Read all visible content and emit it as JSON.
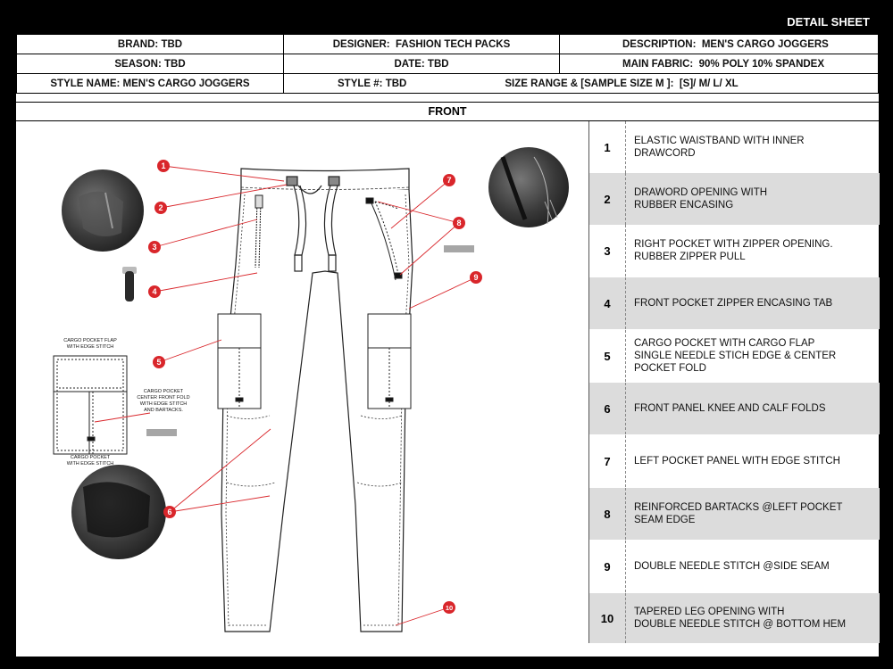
{
  "header": {
    "title": "DETAIL SHEET"
  },
  "info": {
    "brand_label": "BRAND:",
    "brand": "TBD",
    "designer_label": "DESIGNER:",
    "designer": "FASHION TECH PACKS",
    "description_label": "DESCRIPTION:",
    "description": "MEN'S CARGO JOGGERS",
    "season_label": "SEASON:",
    "season": "TBD",
    "date_label": "DATE:",
    "date": "TBD",
    "fabric_label": "MAIN FABRIC:",
    "fabric": "90% POLY 10% SPANDEX",
    "style_name_label": "STYLE NAME:",
    "style_name": "MEN'S CARGO JOGGERS",
    "style_no_label": "STYLE #:",
    "style_no": "TBD",
    "size_label": "SIZE RANGE & [SAMPLE SIZE M ]:",
    "size": "[S]/ M/ L/ XL"
  },
  "section_title": "FRONT",
  "notes": [
    {
      "n": "1",
      "text": "ELASTIC WAISTBAND WITH INNER\nDRAWCORD"
    },
    {
      "n": "2",
      "text": "DRAWORD OPENING WITH\nRUBBER ENCASING"
    },
    {
      "n": "3",
      "text": "RIGHT POCKET WITH ZIPPER OPENING.\nRUBBER ZIPPER PULL"
    },
    {
      "n": "4",
      "text": "FRONT POCKET ZIPPER ENCASING TAB"
    },
    {
      "n": "5",
      "text": "CARGO POCKET WITH CARGO FLAP\nSINGLE NEEDLE STICH EDGE & CENTER\nPOCKET FOLD"
    },
    {
      "n": "6",
      "text": "FRONT PANEL KNEE AND CALF FOLDS"
    },
    {
      "n": "7",
      "text": "LEFT POCKET PANEL WITH EDGE STITCH"
    },
    {
      "n": "8",
      "text": "REINFORCED BARTACKS @LEFT POCKET\nSEAM EDGE"
    },
    {
      "n": "9",
      "text": "DOUBLE NEEDLE STITCH @SIDE SEAM"
    },
    {
      "n": "10",
      "text": "TAPERED LEG OPENING WITH\nDOUBLE NEEDLE STITCH @ BOTTOM HEM"
    }
  ],
  "detail_labels": {
    "flap": [
      "CARGO POCKET FLAP",
      "WITH EDGE STITCH"
    ],
    "fold": [
      "CARGO POCKET",
      "CENTER FRONT FOLD",
      "WITH EDGE STITCH",
      "AND BARTACKS."
    ],
    "pocket": [
      "CARGO POCKET",
      "WITH EDGE STITCH"
    ]
  },
  "colors": {
    "callout": "#d9262b",
    "shade": "#dcdcdc"
  }
}
